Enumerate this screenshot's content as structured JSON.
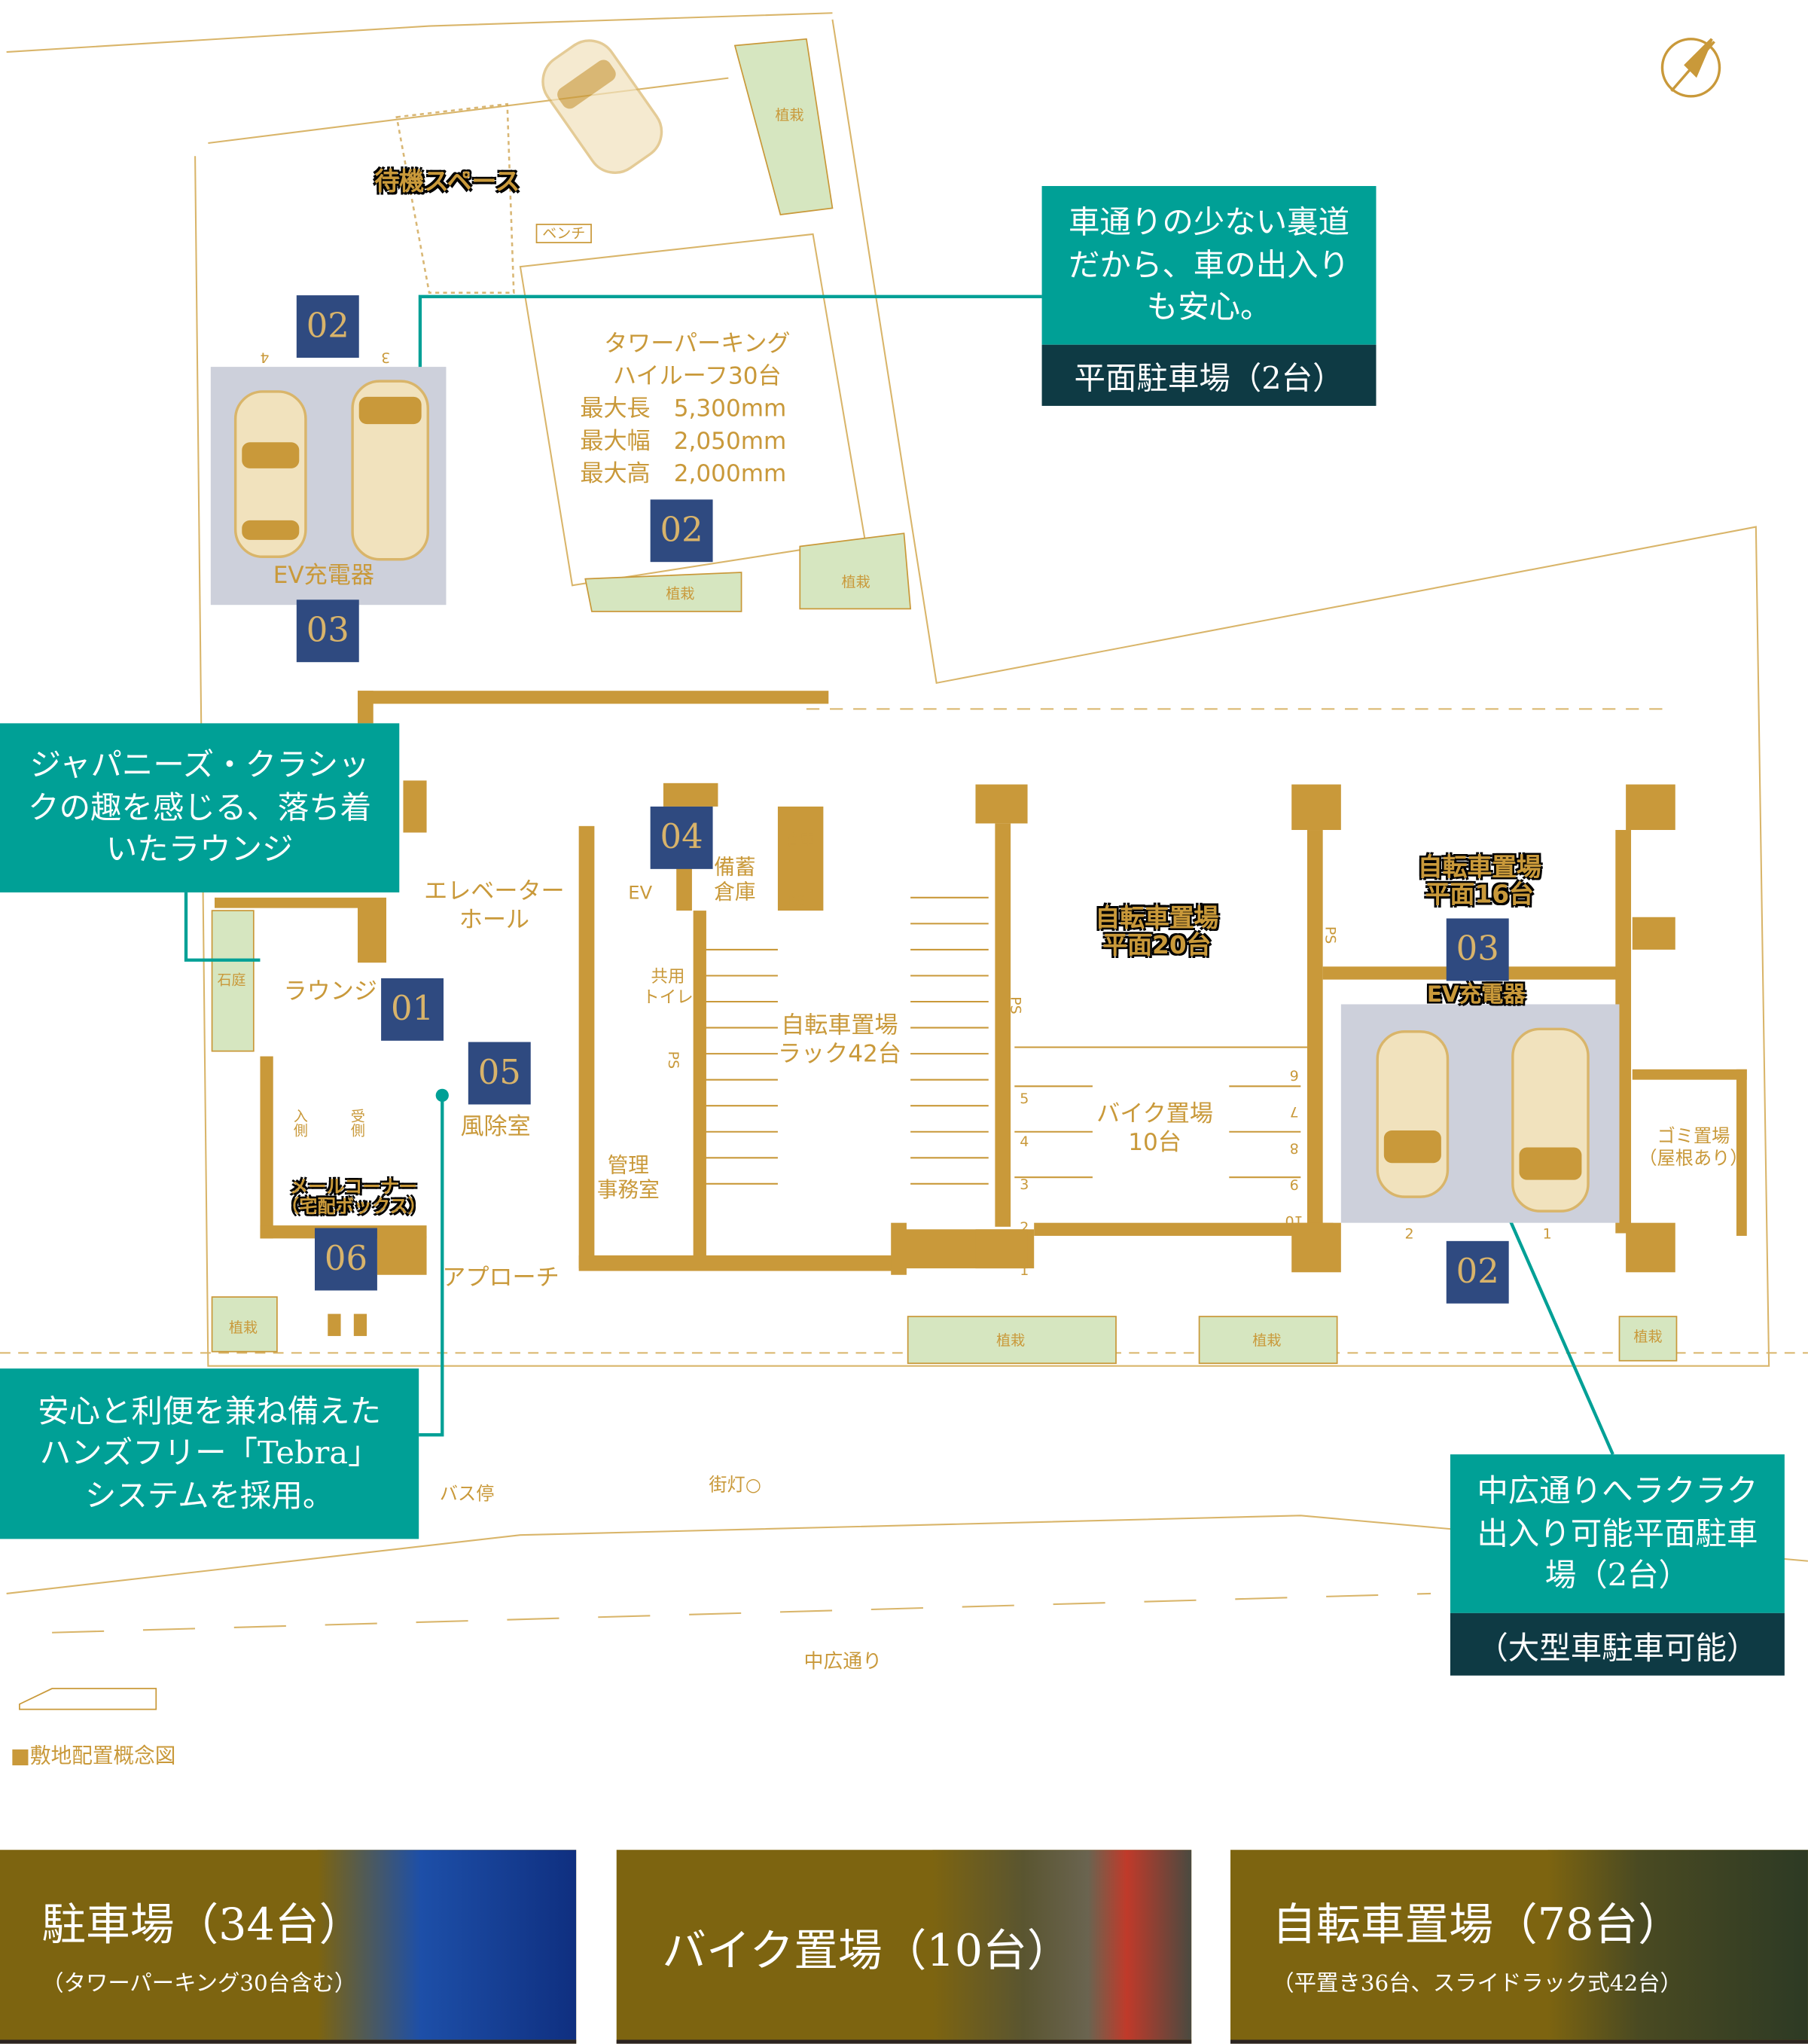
{
  "callouts": {
    "back_road": {
      "text": "車通りの少ない裏道だから、車の出入りも安心。",
      "sub": "平面駐車場（2台）"
    },
    "lounge": {
      "text": "ジャパニーズ・クラシックの趣を感じる、落ち着いたラウンジ"
    },
    "tebra": {
      "text": "安心と利便を兼ね備えたハンズフリー「Tebra」システムを採用。"
    },
    "nakahiro": {
      "text": "中広通りへラクラク出入り可能平面駐車場（2台）",
      "sub": "（大型車駐車可能）"
    }
  },
  "badges": [
    "02",
    "02",
    "03",
    "04",
    "01",
    "05",
    "06",
    "03",
    "02"
  ],
  "labels": {
    "waiting": "待機スペース",
    "bench": "ベンチ",
    "tower": [
      "タワーパーキング",
      "ハイルーフ30台",
      "最大長　5,300mm",
      "最大幅　2,050mm",
      "最大高　2,000mm"
    ],
    "ev_charger": "EV充電器",
    "planting": "植栽",
    "elevator_hall": [
      "エレベーター",
      "ホール"
    ],
    "ev": "EV",
    "storage": [
      "備蓄",
      "倉庫"
    ],
    "warehouse": "倉庫",
    "ps": "PS",
    "toilet": [
      "共用",
      "トイレ"
    ],
    "bike_rack": [
      "自転車置場",
      "ラック42台"
    ],
    "bike_flat20": [
      "自転車置場",
      "平面20台"
    ],
    "bike_flat16": [
      "自転車置場",
      "平面16台"
    ],
    "moto": [
      "バイク置場",
      "10台"
    ],
    "moto_nums_left": [
      "5",
      "4",
      "3",
      "2",
      "1"
    ],
    "moto_nums_right": [
      "6",
      "7",
      "8",
      "9",
      "10"
    ],
    "garbage": [
      "ゴミ置場",
      "（屋根あり）"
    ],
    "lounge": "ラウンジ",
    "courtyard": "石庭",
    "windbreak": "風除室",
    "office": [
      "管理",
      "事務室"
    ],
    "mail": [
      "メールコーナー",
      "（宅配ボックス）"
    ],
    "in_side": "入側",
    "recv_side": "受側",
    "approach": "アプローチ",
    "bus_stop": "バス停",
    "street_light": "街灯○",
    "road": "中広通り",
    "slot_nums_top": [
      "4",
      "3"
    ],
    "slot_nums_bottom": [
      "2",
      "1"
    ]
  },
  "caption": "■敷地配置概念図",
  "cards": [
    {
      "title": "駐車場（34台）",
      "sub": "（タワーパーキング30台含む）"
    },
    {
      "title": "バイク置場（10台）",
      "sub": ""
    },
    {
      "title": "自転車置場（78台）",
      "sub": "（平置き36台、スライドラック式42台）"
    }
  ],
  "colors": {
    "gold": "#c9993a",
    "teal": "#00a096",
    "navy": "#2f4a80",
    "dark_teal": "#0e3a44",
    "card": "#7d6410"
  }
}
